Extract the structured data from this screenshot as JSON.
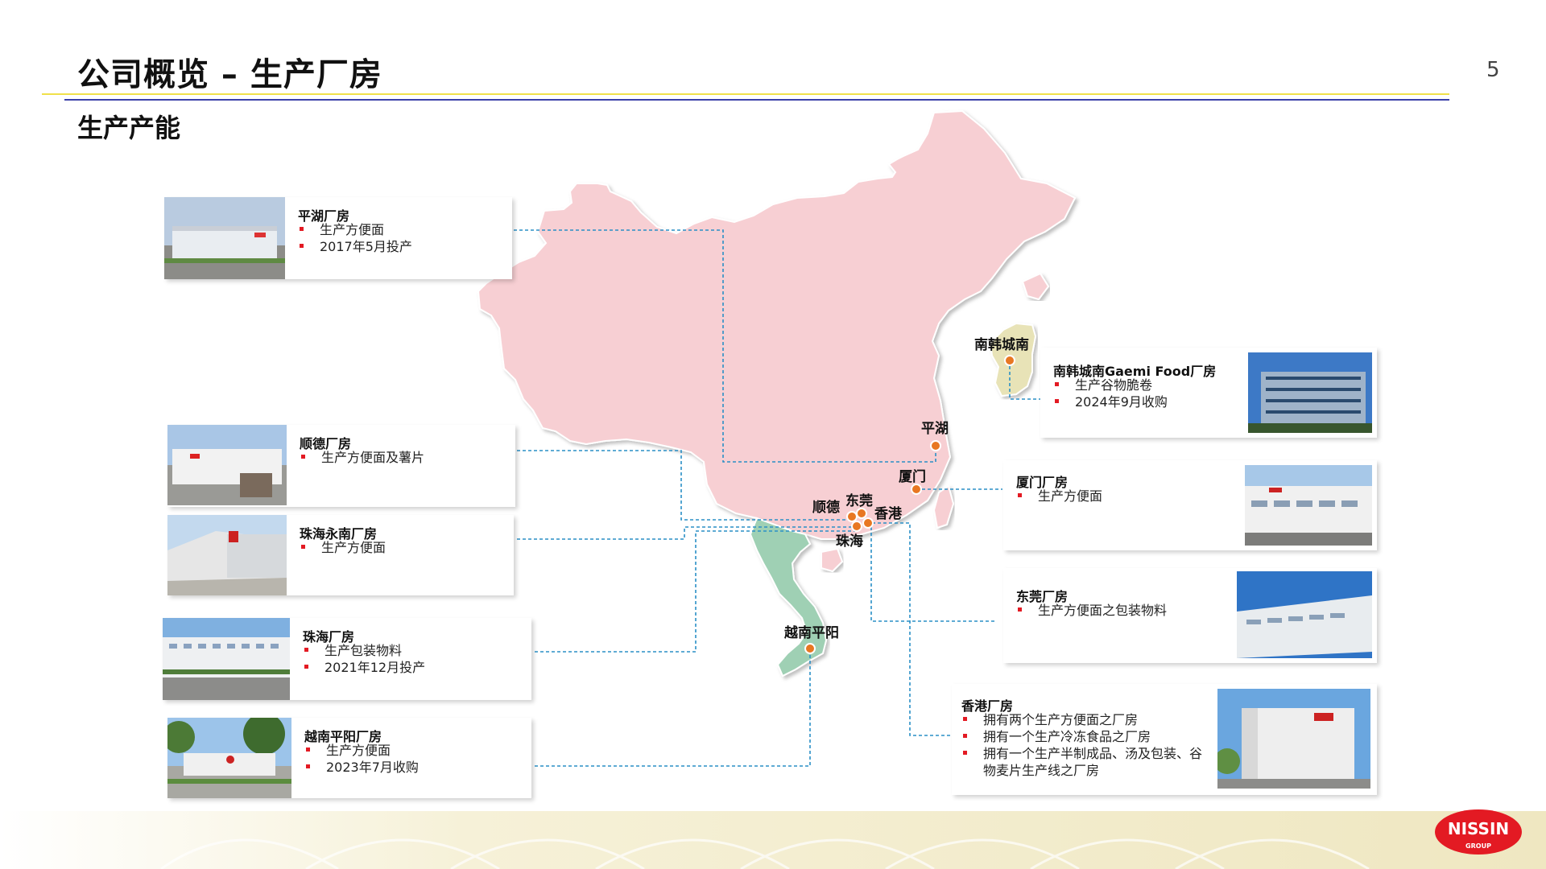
{
  "header": {
    "title": "公司概览 – 生产厂房",
    "page_number": "5"
  },
  "section": {
    "subtitle": "生产产能"
  },
  "map": {
    "city_labels": {
      "korea": "南韩城南",
      "pinghu": "平湖",
      "xiamen": "厦门",
      "shunde": "顺德",
      "dongguan": "东莞",
      "hongkong": "香港",
      "zhuhai": "珠海",
      "vietnam": "越南平阳"
    }
  },
  "plants": {
    "pinghu": {
      "title": "平湖厂房",
      "bullets": [
        "生产方便面",
        "2017年5月投产"
      ]
    },
    "shunde": {
      "title": "顺德厂房",
      "bullets": [
        "生产方便面及薯片"
      ]
    },
    "zhuhai_yongnan": {
      "title": "珠海永南厂房",
      "bullets": [
        "生产方便面"
      ]
    },
    "zhuhai": {
      "title": "珠海厂房",
      "bullets": [
        "生产包装物料",
        "2021年12月投产"
      ]
    },
    "vietnam": {
      "title": "越南平阳厂房",
      "bullets": [
        "生产方便面",
        "2023年7月收购"
      ]
    },
    "korea": {
      "title": "南韩城南Gaemi Food厂房",
      "bullets": [
        "生产谷物脆卷",
        "2024年9月收购"
      ]
    },
    "xiamen": {
      "title": "厦门厂房",
      "bullets": [
        "生产方便面"
      ]
    },
    "dongguan": {
      "title": "东莞厂房",
      "bullets": [
        "生产方便面之包装物料"
      ]
    },
    "hongkong": {
      "title": "香港厂房",
      "bullets": [
        "拥有两个生产方便面之厂房",
        "拥有一个生产冷冻食品之厂房",
        "拥有一个生产半制成品、汤及包装、谷物麦片生产线之厂房"
      ]
    }
  },
  "colors": {
    "china": "#f7cfd3",
    "korea": "#e8e3b7",
    "vietnam": "#9fd0b4",
    "marker": "#e87722",
    "connector": "#2a8fc6",
    "bullet": "#e31a23"
  },
  "logo": {
    "text": "NISSIN",
    "sub": "GROUP"
  }
}
